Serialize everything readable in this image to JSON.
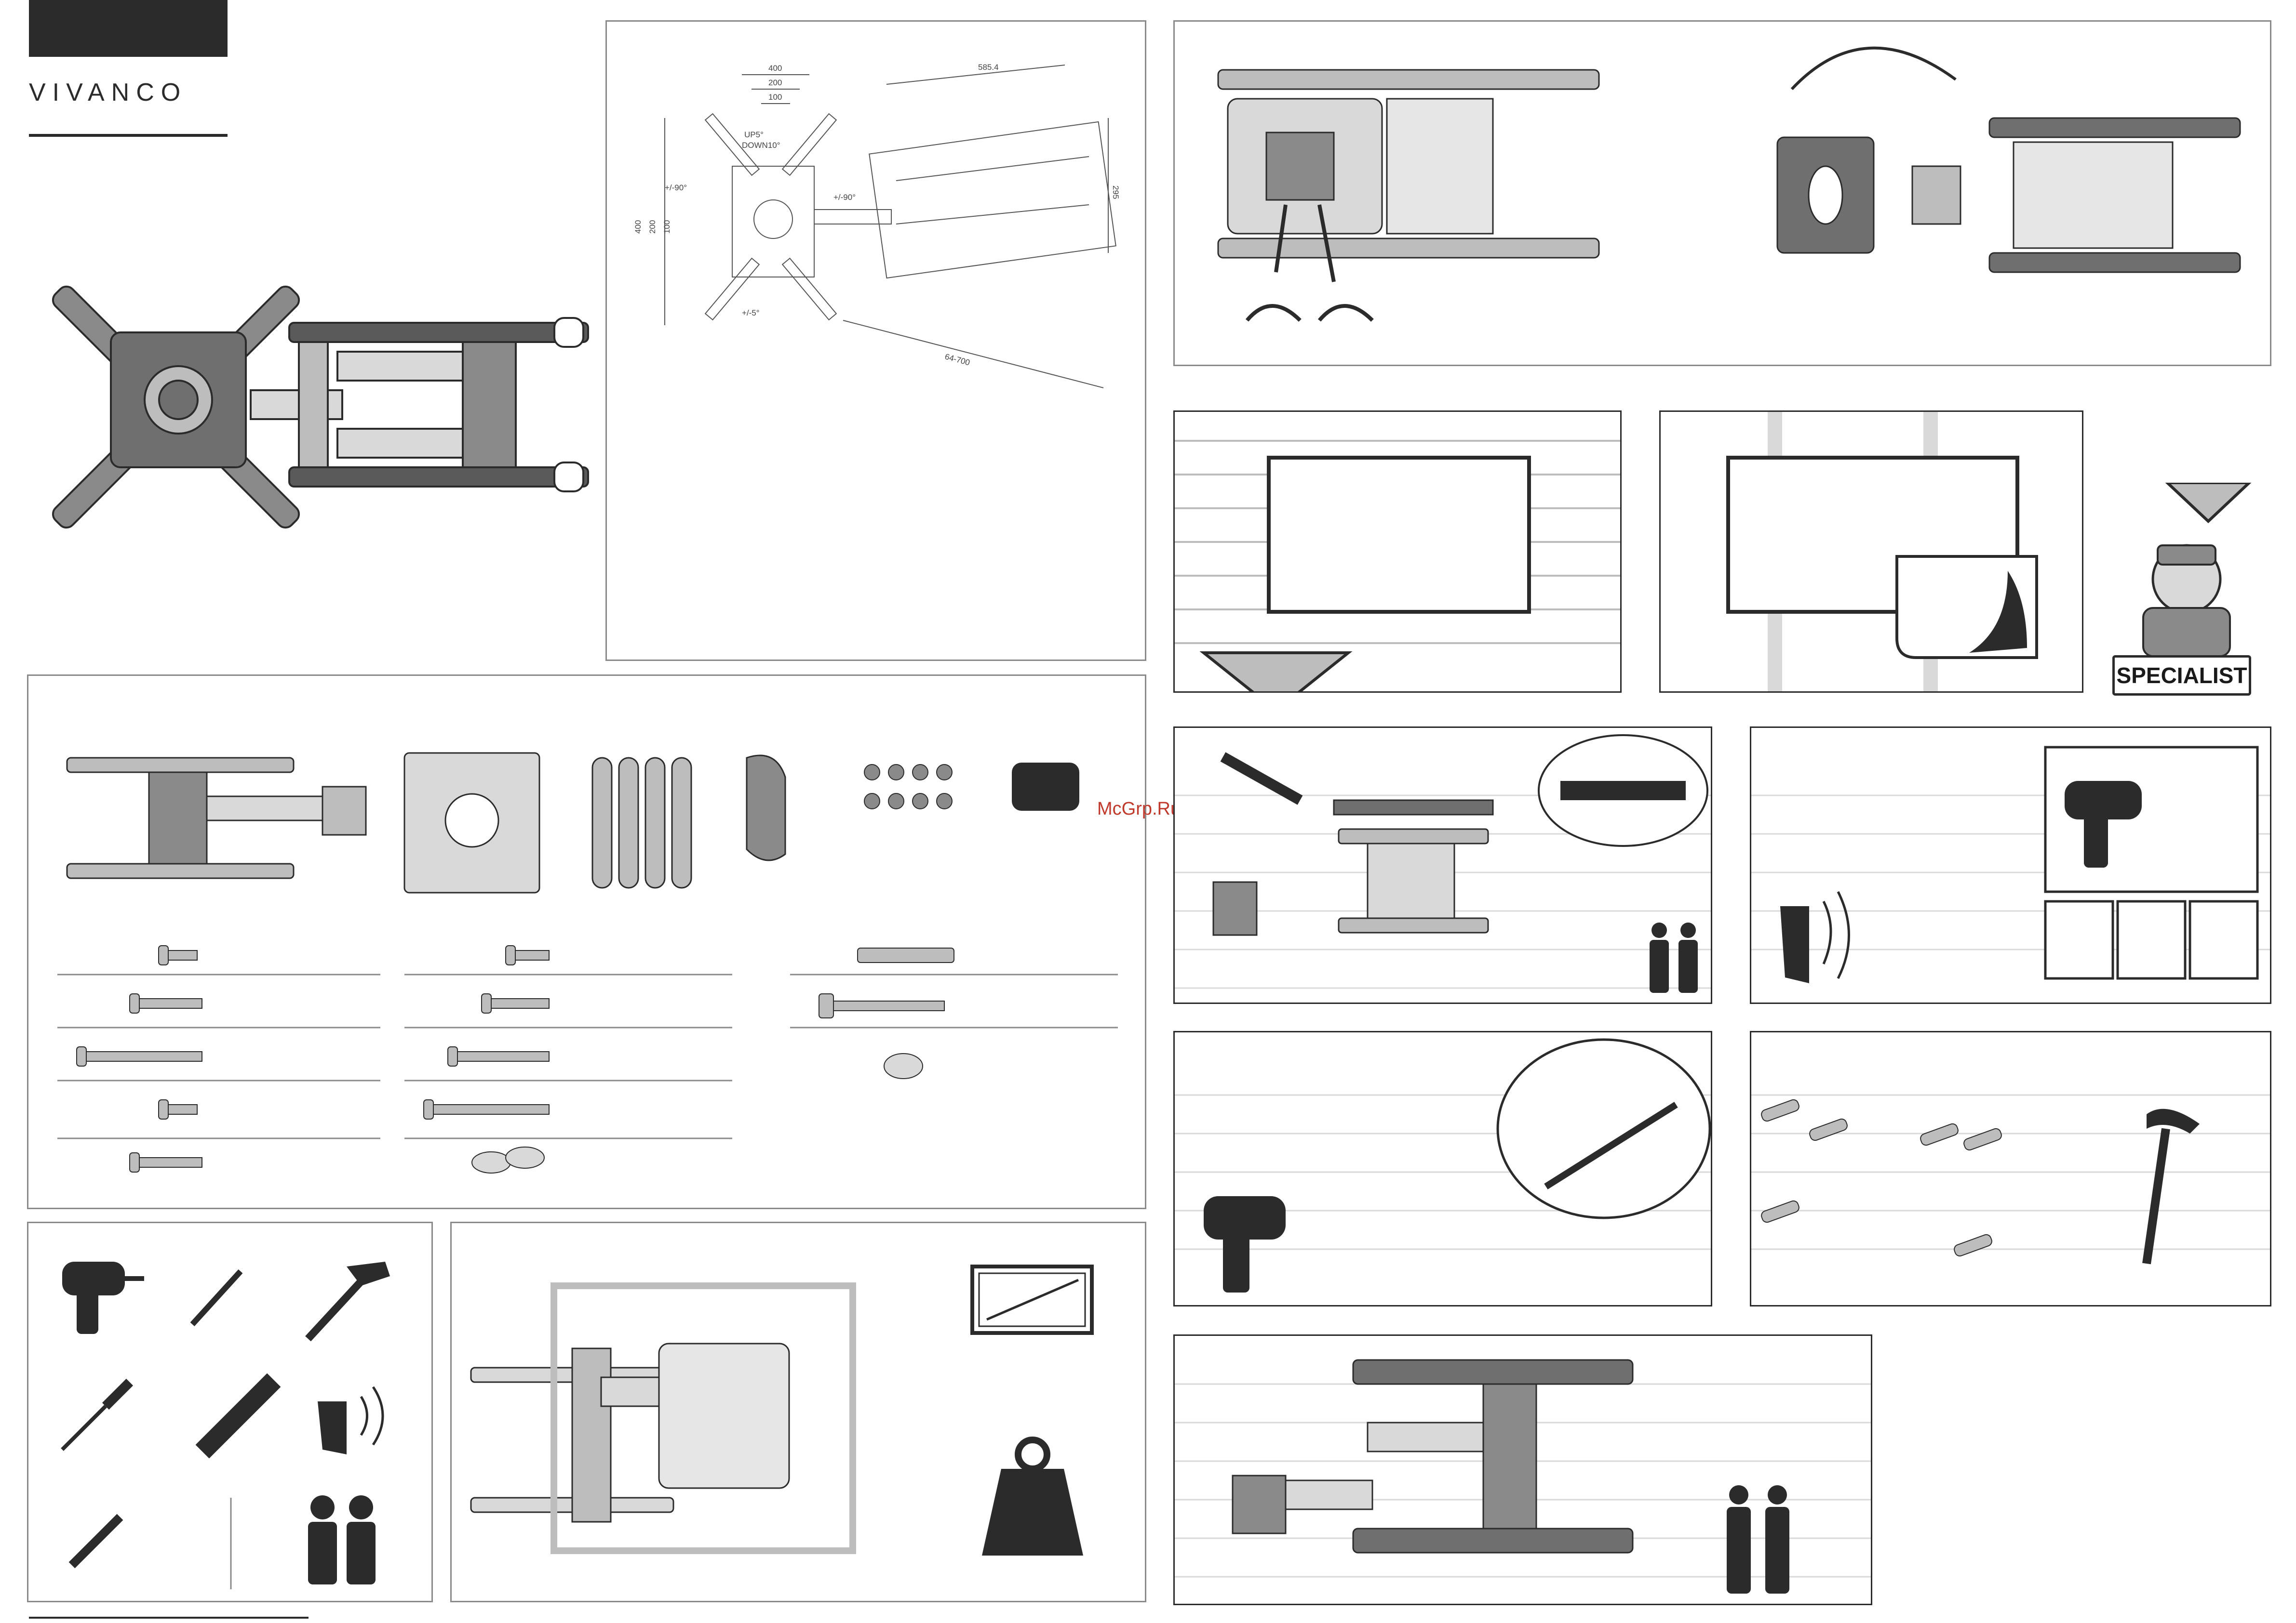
{
  "brand": {
    "name": "VIVANCO"
  },
  "dimensions": {
    "vesa_400": "400",
    "vesa_200": "200",
    "vesa_100": "100",
    "vesa_h_400": "400",
    "vesa_h_200": "200",
    "vesa_h_100": "100",
    "tilt": "UP5°",
    "tilt_down": "DOWN10°",
    "swivel_left": "+/-90°",
    "swivel_right": "+/-90°",
    "rotate": "+/-5°",
    "width": "585.4",
    "height": "295",
    "extension": "64-700"
  },
  "watermark": "McGrp.Ru",
  "specialist": "SPECIALIST",
  "colors": {
    "line": "#2b2b2b",
    "mid": "#8a8a8a",
    "light": "#d9d9d9",
    "accent": "#c0392b",
    "fill": "#bdbdbd"
  }
}
